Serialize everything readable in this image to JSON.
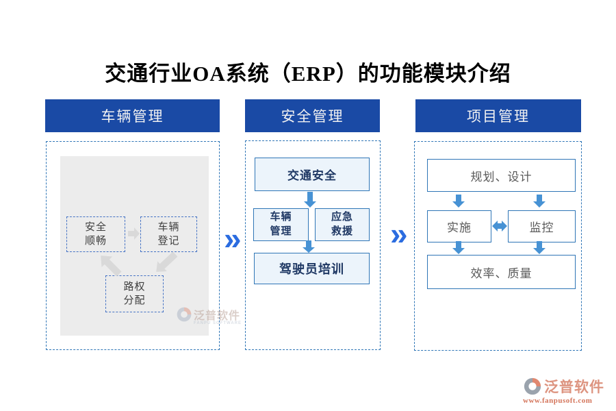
{
  "title": "交通行业OA系统（ERP）的功能模块介绍",
  "columns": {
    "vehicle": {
      "header": "车辆管理",
      "nodes": {
        "smooth": {
          "l1": "安全",
          "l2": "顺畅"
        },
        "register": {
          "l1": "车辆",
          "l2": "登记"
        },
        "road": {
          "l1": "路权",
          "l2": "分配"
        }
      },
      "watermark": {
        "brand": "泛普软件",
        "sub": "FANPU SOFTWARE"
      }
    },
    "safety": {
      "header": "安全管理",
      "top": "交通安全",
      "left": {
        "l1": "车辆",
        "l2": "管理"
      },
      "right": {
        "l1": "应急",
        "l2": "救援"
      },
      "bottom": "驾驶员培训"
    },
    "project": {
      "header": "项目管理",
      "top": "规划、设计",
      "left": "实施",
      "right": "监控",
      "bottom": "效率、质量"
    }
  },
  "separators": {
    "chevron": "»"
  },
  "footer": {
    "brand": "泛普软件",
    "url": "www.fanpusoft.com"
  },
  "colors": {
    "header_bg": "#1a4aa5",
    "panel_dash_border": "#2e75b6",
    "node_dash_border": "#4472c4",
    "solid_box_border": "#2e75b6",
    "light_box_fill": "#ecf4fb",
    "gray_panel": "#ececec",
    "arrow_blue": "#4792d4",
    "arrow_gray": "#d9d9d9",
    "chevron_blue": "#2b6ce0",
    "navy_text": "#1f3864",
    "gray_text": "#595959",
    "brand_salmon": "#dd9480",
    "url_salmon": "#d4755b"
  }
}
